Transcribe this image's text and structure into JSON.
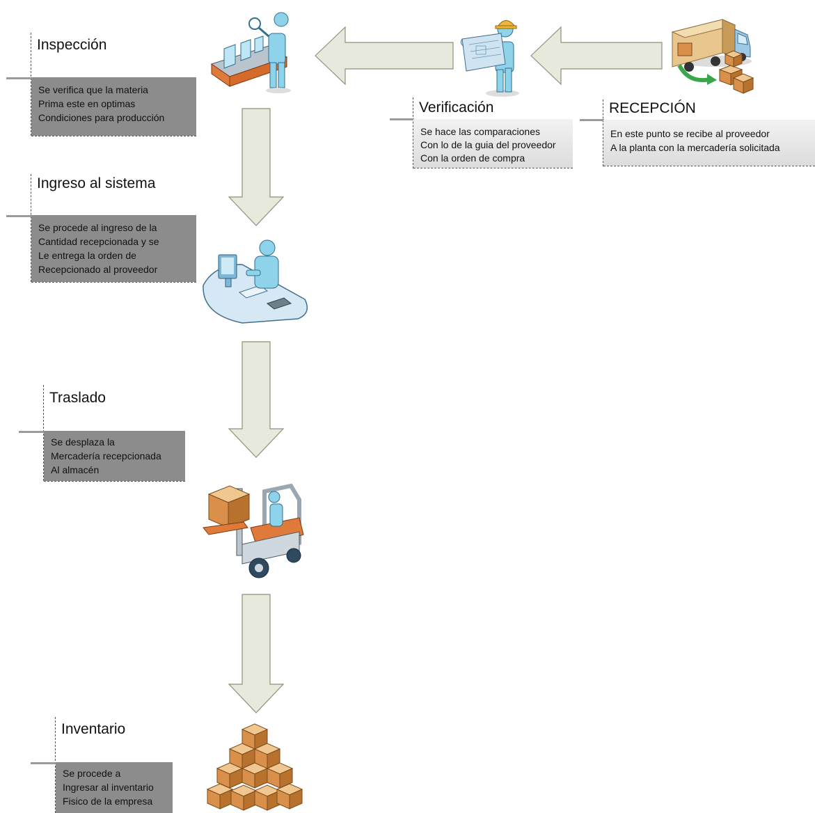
{
  "steps": {
    "recepcion": {
      "title": "RECEPCIÓN",
      "lines": [
        "En este punto se recibe al proveedor",
        "A la planta con la mercadería solicitada"
      ]
    },
    "verificacion": {
      "title": "Verificación",
      "lines": [
        "Se hace las comparaciones",
        "Con lo de la guia del proveedor",
        "Con la orden de compra"
      ]
    },
    "inspeccion": {
      "title": "Inspección",
      "lines": [
        "Se verifica que la materia",
        "Prima este en optimas",
        "Condiciones para producción"
      ]
    },
    "ingreso": {
      "title": "Ingreso al sistema",
      "lines": [
        "Se procede al ingreso de la",
        "Cantidad recepcionada y se",
        "Le entrega la orden de",
        "Recepcionado al proveedor"
      ]
    },
    "traslado": {
      "title": "Traslado",
      "lines": [
        "Se desplaza la",
        "Mercadería recepcionada",
        "Al almacén"
      ]
    },
    "inventario": {
      "title": "Inventario",
      "lines": [
        "Se procede a",
        "Ingresar al inventario",
        "Fisico de la empresa"
      ]
    }
  },
  "colors": {
    "arrow_fill": "#e6e9dc",
    "arrow_stroke": "#8b9278",
    "box_gray": "#8c8c8c",
    "person_blue": "#8fd3ea",
    "box_orange": "#d9904a"
  },
  "icons": [
    "truck-icon",
    "worker-blueprint-icon",
    "inspector-conveyor-icon",
    "computer-desk-icon",
    "forklift-icon",
    "box-pile-icon"
  ]
}
